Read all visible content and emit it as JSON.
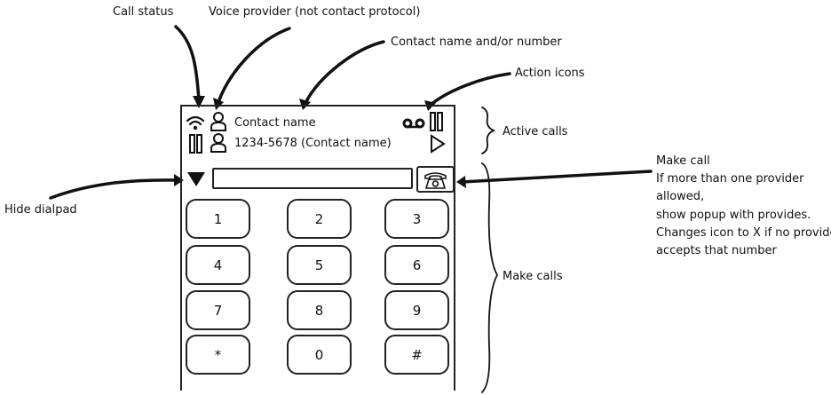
{
  "annotations": {
    "call_status": "Call status",
    "voice_provider": "Voice provider (not contact protocol)",
    "contact_name_number": "Contact name and/or number",
    "action_icons": "Action icons",
    "active_calls": "Active calls",
    "make_call_title": "Make call",
    "make_call_line1": "If more than one provider",
    "make_call_line2": "allowed,",
    "make_call_line3": "show popup with provides.",
    "make_call_line4": "Changes icon to X if no provide",
    "make_call_line5": "accepts that number",
    "hide_dialpad": "Hide dialpad",
    "make_calls": "Make calls"
  },
  "calls": [
    {
      "text": "Contact name",
      "status_icon": "wifi-icon",
      "provider_icon": "person-icon",
      "actions": [
        "voicemail-icon",
        "pause-icon"
      ]
    },
    {
      "text": "1234-5678 (Contact name)",
      "status_icon": "pause-icon",
      "provider_icon": "person-icon",
      "actions": [
        "play-icon"
      ]
    }
  ],
  "dialpad": {
    "input_value": "",
    "keys": [
      "1",
      "2",
      "3",
      "4",
      "5",
      "6",
      "7",
      "8",
      "9",
      "*",
      "0",
      "#"
    ],
    "call_button_icon": "telephone-icon",
    "hide_icon": "triangle-down-icon"
  }
}
